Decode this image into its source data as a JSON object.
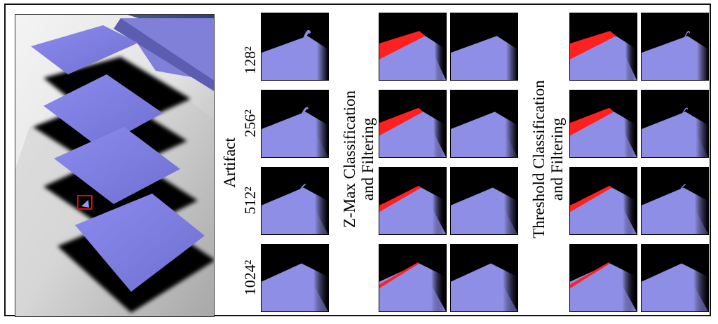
{
  "figure": {
    "artifact_label": "Artifact",
    "zmax_label_line1": "Z-Max Classification",
    "zmax_label_line2": "and Filtering",
    "threshold_label_line1": "Threshold Classification",
    "threshold_label_line2": "and Filtering",
    "resolutions": [
      "128²",
      "256²",
      "512²",
      "1024²"
    ]
  },
  "colors": {
    "plane": "#8e8ee6",
    "artifact_red": "#ff2020",
    "background": "#000000",
    "highlight_box": "#d01010"
  }
}
